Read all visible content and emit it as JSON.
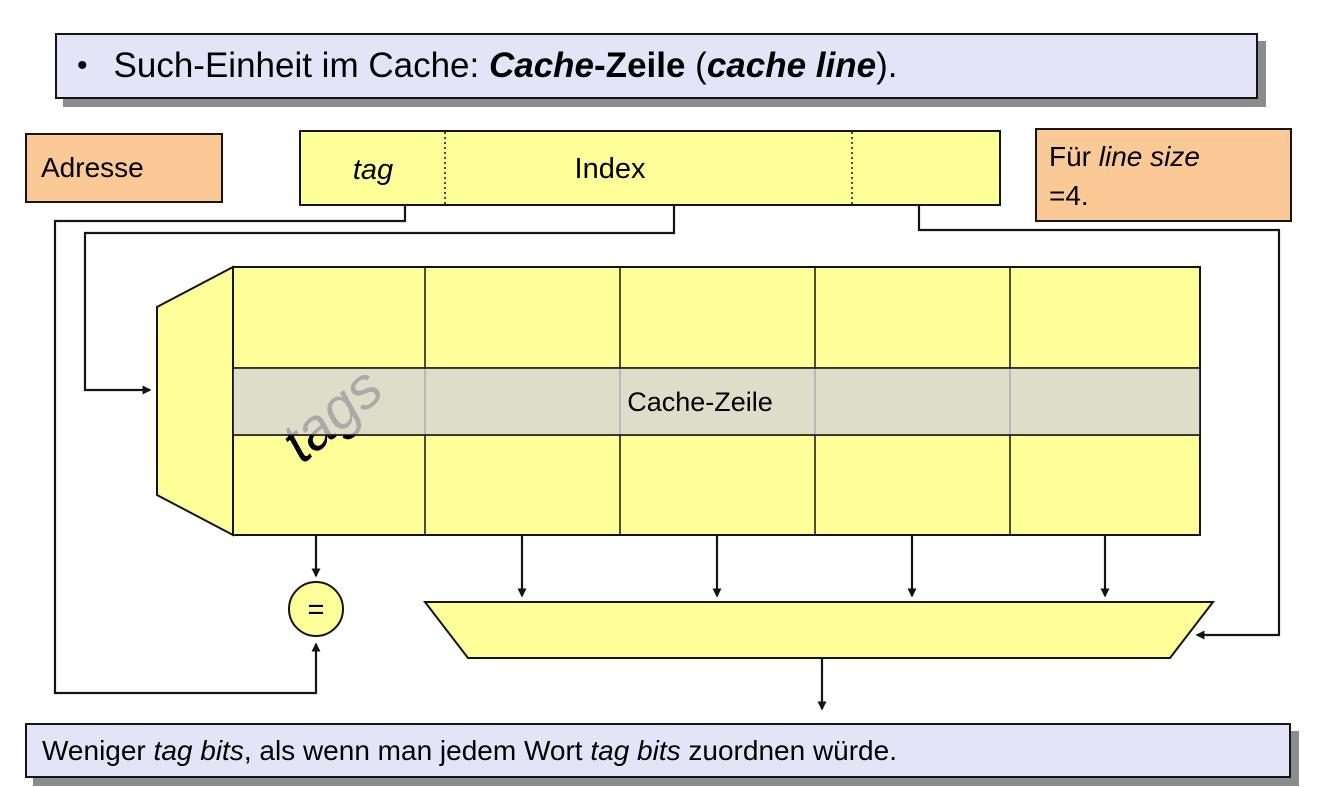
{
  "colors": {
    "yellow": "#FFFF99",
    "orange": "#FBC996",
    "lavender": "#E4E4F9",
    "shadow": "#8C8C8C",
    "line": "#141414",
    "band": "rgba(212,212,212,0.8)"
  },
  "top_banner": {
    "bullet": "•",
    "pre": "Such-Einheit im Cache: ",
    "term_bold_italic": "Cache",
    "term_bold": "-Zeile",
    "paren_open": " (",
    "term_english": "cache line",
    "paren_close": ")."
  },
  "address_label": {
    "text": "Adresse"
  },
  "address_register": {
    "tag_label": "tag",
    "index_label": "Index"
  },
  "note_box": {
    "line1_regular": "Für ",
    "line1_italic": "line size",
    "line2": "=4."
  },
  "cache_array": {
    "tags_label": "tags",
    "line_label": "Cache-Zeile"
  },
  "comparator": {
    "symbol": "="
  },
  "bottom_banner": {
    "pre": "Weniger ",
    "italic_1": "tag bits",
    "mid": ", als wenn man jedem Wort ",
    "italic_2": "tag bits",
    "post": " zuordnen würde."
  }
}
